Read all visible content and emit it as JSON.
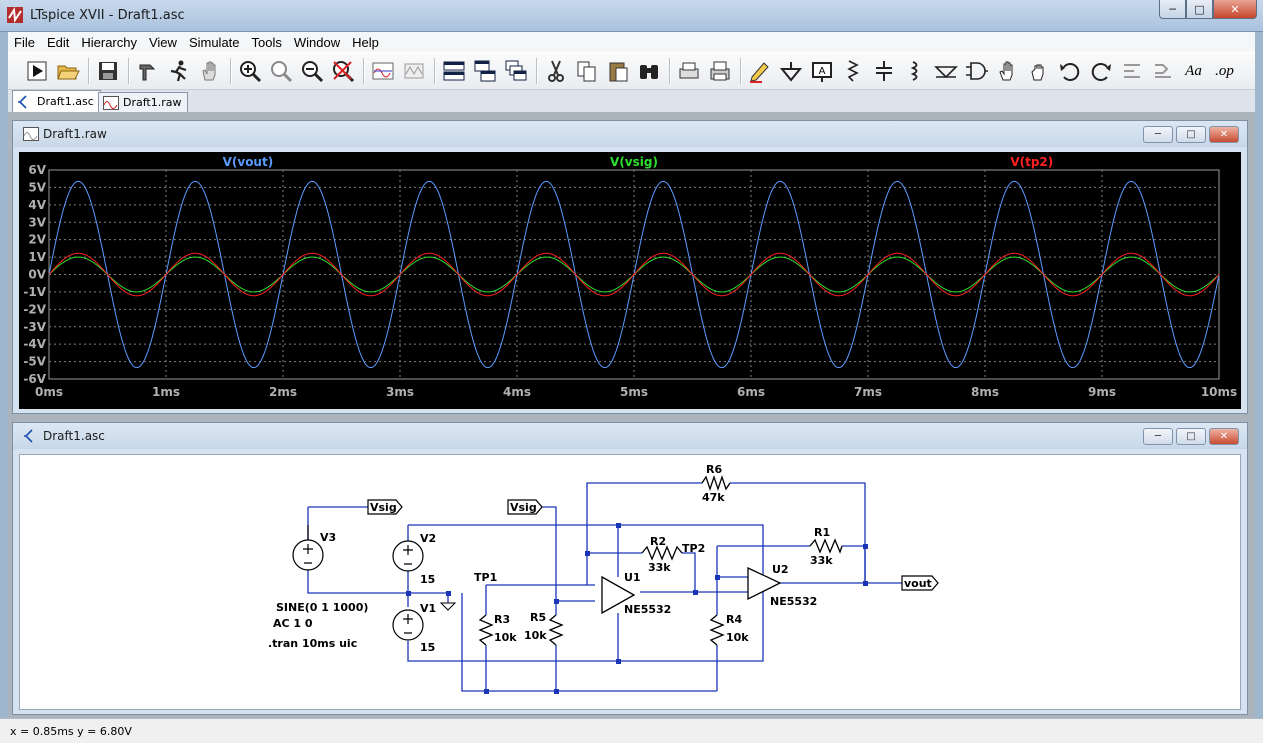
{
  "window": {
    "title": "LTspice XVII - Draft1.asc"
  },
  "menu": [
    "File",
    "Edit",
    "Hierarchy",
    "View",
    "Simulate",
    "Tools",
    "Window",
    "Help"
  ],
  "toolbar": {
    "buttons": [
      "run-icon",
      "open-icon",
      "save-icon",
      "control-panel-icon",
      "halt-icon",
      "pan-hand-icon",
      "zoom-in-icon",
      "zoom-full-icon",
      "zoom-out-icon",
      "zoom-cancel-icon",
      "autorange-icon",
      "waveform-icon",
      "tile-horizontal-icon",
      "tile-vertical-icon",
      "cascade-icon",
      "cut-icon",
      "copy-icon",
      "paste-icon",
      "find-icon",
      "print-setup-icon",
      "print-icon",
      "pencil-wire-icon",
      "ground-icon",
      "label-net-icon",
      "resistor-icon",
      "capacitor-icon",
      "inductor-icon",
      "diode-icon",
      "component-icon",
      "move-hand-icon",
      "drag-hand-icon",
      "undo-icon",
      "redo-icon",
      "rotate-icon",
      "mirror-icon",
      "text-icon",
      "spice-directive-icon"
    ],
    "text_label": "Aa",
    "op_label": ".op"
  },
  "tabs": [
    {
      "label": "Draft1.asc",
      "active": true
    },
    {
      "label": "Draft1.raw",
      "active": false
    }
  ],
  "plot_window": {
    "title": "Draft1.raw"
  },
  "schematic_window": {
    "title": "Draft1.asc"
  },
  "chart_data": {
    "type": "line",
    "background": "#000000",
    "grid": true,
    "xlim": [
      0,
      10
    ],
    "ylim": [
      -6,
      6
    ],
    "x_unit": "ms",
    "x_ticks": [
      "0ms",
      "1ms",
      "2ms",
      "3ms",
      "4ms",
      "5ms",
      "6ms",
      "7ms",
      "8ms",
      "9ms",
      "10ms"
    ],
    "y_ticks": [
      "6V",
      "5V",
      "4V",
      "3V",
      "2V",
      "1V",
      "0V",
      "-1V",
      "-2V",
      "-3V",
      "-4V",
      "-5V",
      "-6V"
    ],
    "series": [
      {
        "name": "V(vout)",
        "color": "#5b9bff",
        "amplitude": 5.35,
        "frequency_khz": 1,
        "phase_deg": 0
      },
      {
        "name": "V(vsig)",
        "color": "#2ee02e",
        "amplitude": 1.0,
        "frequency_khz": 1,
        "phase_deg": 0
      },
      {
        "name": "V(tp2)",
        "color": "#ff2020",
        "amplitude": 1.22,
        "frequency_khz": 1,
        "phase_deg": 0
      }
    ]
  },
  "schematic": {
    "labels": {
      "v3": "V3",
      "v2": "V2",
      "v1": "V1",
      "v2_val": "15",
      "v1_val": "15",
      "vsig1": "Vsig",
      "vsig2": "Vsig",
      "sine": "SINE(0 1 1000)",
      "ac": "AC 1 0",
      "tran": ".tran 10ms uic",
      "tp1": "TP1",
      "tp2": "TP2",
      "r1": "R1",
      "r1_val": "33k",
      "r2": "R2",
      "r2_val": "33k",
      "r3": "R3",
      "r3_val": "10k",
      "r4": "R4",
      "r4_val": "10k",
      "r5": "R5",
      "r5_val": "10k",
      "r6": "R6",
      "r6_val": "47k",
      "u1": "U1",
      "u1_part": "NE5532",
      "u2": "U2",
      "u2_part": "NE5532",
      "vout": "vout"
    }
  },
  "status": {
    "text": "x = 0.85ms    y = 6.80V"
  }
}
